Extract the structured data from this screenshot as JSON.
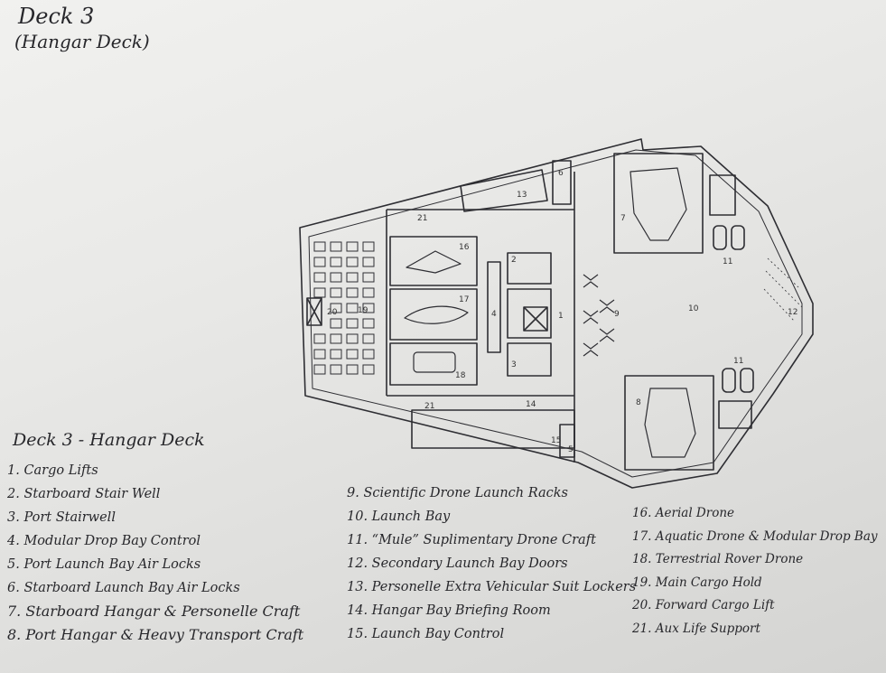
{
  "title": {
    "line1": "Deck 3",
    "line2": "(Hangar Deck)"
  },
  "legend": {
    "heading": "Deck 3 - Hangar Deck",
    "col1": [
      "1. Cargo Lifts",
      "2. Starboard Stair Well",
      "3. Port Stairwell",
      "4. Modular Drop Bay Control",
      "5. Port Launch Bay Air Locks",
      "6. Starboard Launch Bay Air Locks",
      "7. Starboard Hangar & Personelle Craft",
      "8. Port Hangar & Heavy Transport Craft"
    ],
    "col2": [
      "9. Scientific Drone Launch Racks",
      "10. Launch Bay",
      "11. “Mule” Suplimentary Drone Craft",
      "12. Secondary Launch Bay Doors",
      "13. Personelle Extra Vehicular Suit Lockers",
      "14. Hangar Bay Briefing Room",
      "15. Launch Bay Control"
    ],
    "col3": [
      "16. Aerial Drone",
      "17. Aquatic Drone & Modular Drop Bay",
      "18. Terrestrial Rover Drone",
      "19. Main Cargo Hold",
      "20. Forward Cargo Lift",
      "21. Aux Life Support"
    ]
  },
  "plan_labels": {
    "n1": "1",
    "n2": "2",
    "n3": "3",
    "n4": "4",
    "n5": "5",
    "n6": "6",
    "n7": "7",
    "n8": "8",
    "n9": "9",
    "n10": "10",
    "n11a": "11",
    "n11b": "11",
    "n12": "12",
    "n13": "13",
    "n14": "14",
    "n15": "15",
    "n16": "16",
    "n17": "17",
    "n18": "18",
    "n19": "19",
    "n20": "20",
    "n21a": "21",
    "n21b": "21"
  }
}
